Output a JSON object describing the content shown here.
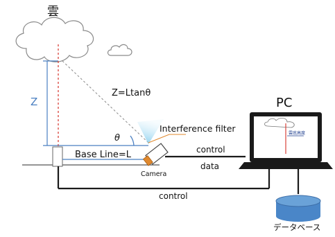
{
  "labels": {
    "cloud": "雲",
    "z": "Z",
    "formula": "Z=Ltanθ",
    "theta": "θ",
    "interference_filter": "Interference filter",
    "base_line": "Base Line=L",
    "camera": "Camera",
    "pc": "PC",
    "screen_label": "雲底高度",
    "control_upper": "control",
    "data": "data",
    "control_lower": "control",
    "database": "データベース"
  },
  "colors": {
    "blue": "#4a7fc1",
    "red_dashed": "#d9413a",
    "orange": "#e0892e",
    "black": "#1a1a1a",
    "database": "#4a86c8",
    "beam": "#9ad4ec"
  }
}
